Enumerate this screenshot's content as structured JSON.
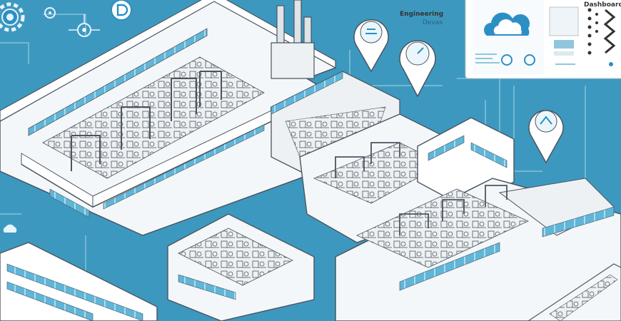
{
  "illustration": {
    "labels": {
      "engineering_label": "Engineering",
      "devices_label": "Devas",
      "dashboard_label": "Dashboard"
    },
    "colors": {
      "background": "#3d98bf",
      "floor": "#f4f7f9",
      "wall": "#ffffff",
      "window": "#5fb6d8",
      "line": "#4a5560",
      "accent": "#2c8fc4"
    },
    "icons": [
      "gear-icon",
      "settings-icon",
      "network-icon",
      "map-pin-icon",
      "cloud-icon",
      "gauge-icon"
    ]
  }
}
